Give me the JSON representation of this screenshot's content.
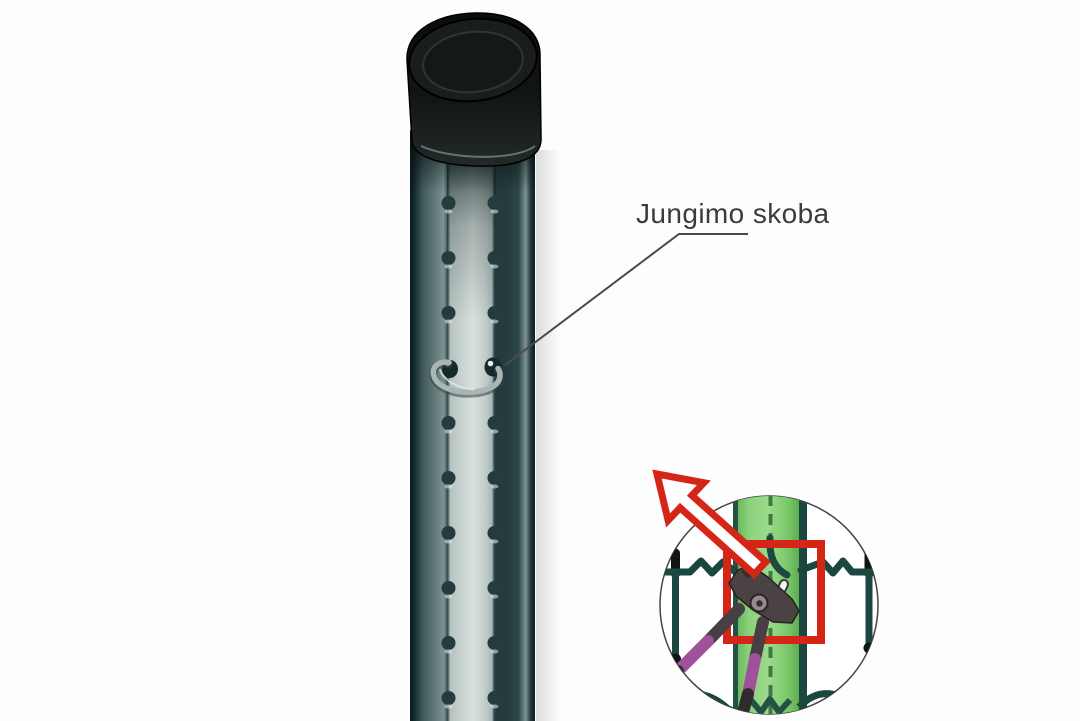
{
  "diagram": {
    "callout": {
      "label": "Jungimo skoba"
    }
  },
  "colors": {
    "background": "#fdfdfd",
    "accent_red": "#d42517",
    "label_text": "#3b3b3b",
    "leader_line": "#4a4a4a",
    "post_body_dark": "#16292a",
    "post_channel_light": "#d8e1de",
    "cap_black": "#111111",
    "clip_metal": "#a9b6b4",
    "inset_post_green": "#8fd37f",
    "inset_wire_green": "#1a473f",
    "pliers_handle_purple": "#a1509a"
  },
  "icons": {
    "zoom_arrow": "red-outline-arrow",
    "highlight": "red-square-outline",
    "tool": "pliers",
    "fastener": "connection-clip"
  }
}
